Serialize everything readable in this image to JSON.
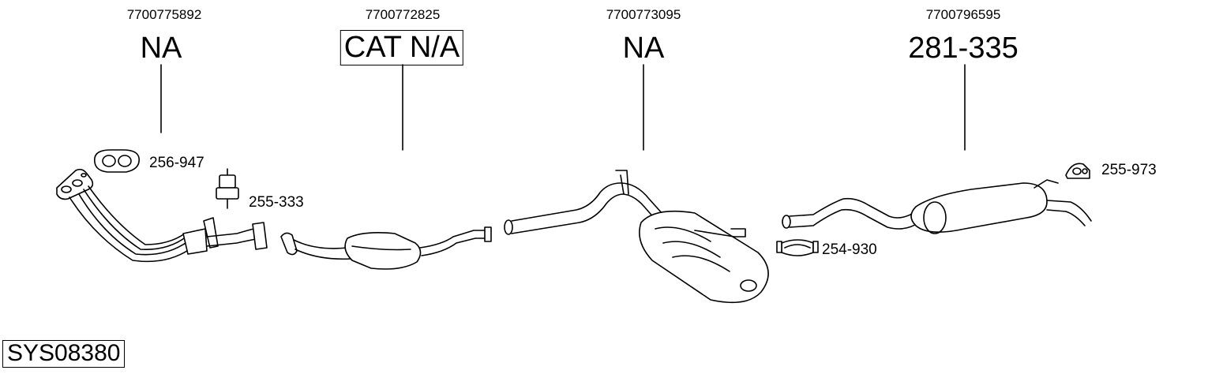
{
  "sections": [
    {
      "oe_number": "7700775892",
      "main_label": "NA",
      "boxed": false
    },
    {
      "oe_number": "7700772825",
      "main_label": "CAT N/A",
      "boxed": true
    },
    {
      "oe_number": "7700773095",
      "main_label": "NA",
      "boxed": false
    },
    {
      "oe_number": "7700796595",
      "main_label": "281-335",
      "boxed": false
    }
  ],
  "accessories": [
    {
      "part_number": "256-947",
      "icon": "gasket-icon"
    },
    {
      "part_number": "255-333",
      "icon": "rubber-mount-icon"
    },
    {
      "part_number": "254-930",
      "icon": "clamp-icon"
    },
    {
      "part_number": "255-973",
      "icon": "hanger-icon"
    }
  ],
  "system_id": "SYS08380"
}
